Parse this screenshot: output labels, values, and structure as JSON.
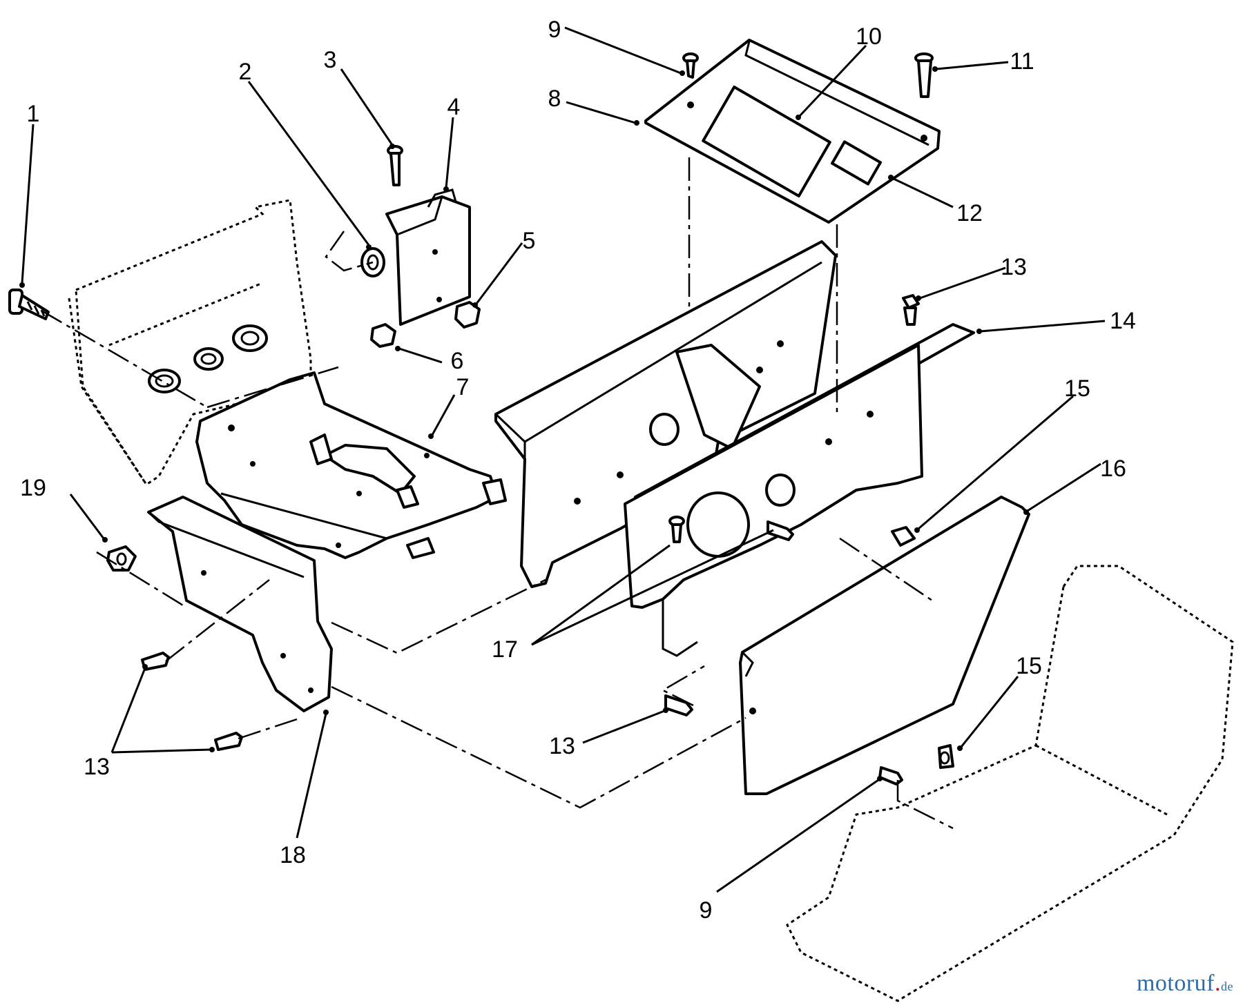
{
  "diagram": {
    "callouts": [
      {
        "id": "c1",
        "label": "1"
      },
      {
        "id": "c2",
        "label": "2"
      },
      {
        "id": "c3",
        "label": "3"
      },
      {
        "id": "c4",
        "label": "4"
      },
      {
        "id": "c5",
        "label": "5"
      },
      {
        "id": "c6",
        "label": "6"
      },
      {
        "id": "c7",
        "label": "7"
      },
      {
        "id": "c8",
        "label": "8"
      },
      {
        "id": "c9a",
        "label": "9"
      },
      {
        "id": "c10",
        "label": "10"
      },
      {
        "id": "c11",
        "label": "11"
      },
      {
        "id": "c12",
        "label": "12"
      },
      {
        "id": "c13a",
        "label": "13"
      },
      {
        "id": "c14",
        "label": "14"
      },
      {
        "id": "c15a",
        "label": "15"
      },
      {
        "id": "c16",
        "label": "16"
      },
      {
        "id": "c17",
        "label": "17"
      },
      {
        "id": "c19",
        "label": "19"
      },
      {
        "id": "c13b",
        "label": "13"
      },
      {
        "id": "c13c",
        "label": "13"
      },
      {
        "id": "c15b",
        "label": "15"
      },
      {
        "id": "c18",
        "label": "18"
      },
      {
        "id": "c9b",
        "label": "9"
      }
    ]
  },
  "watermark": {
    "brand_main": "motoruf",
    "brand_dot": ".",
    "brand_tld": "de",
    "colors": {
      "blue": "#2f6aa8",
      "red": "#b01818"
    }
  }
}
